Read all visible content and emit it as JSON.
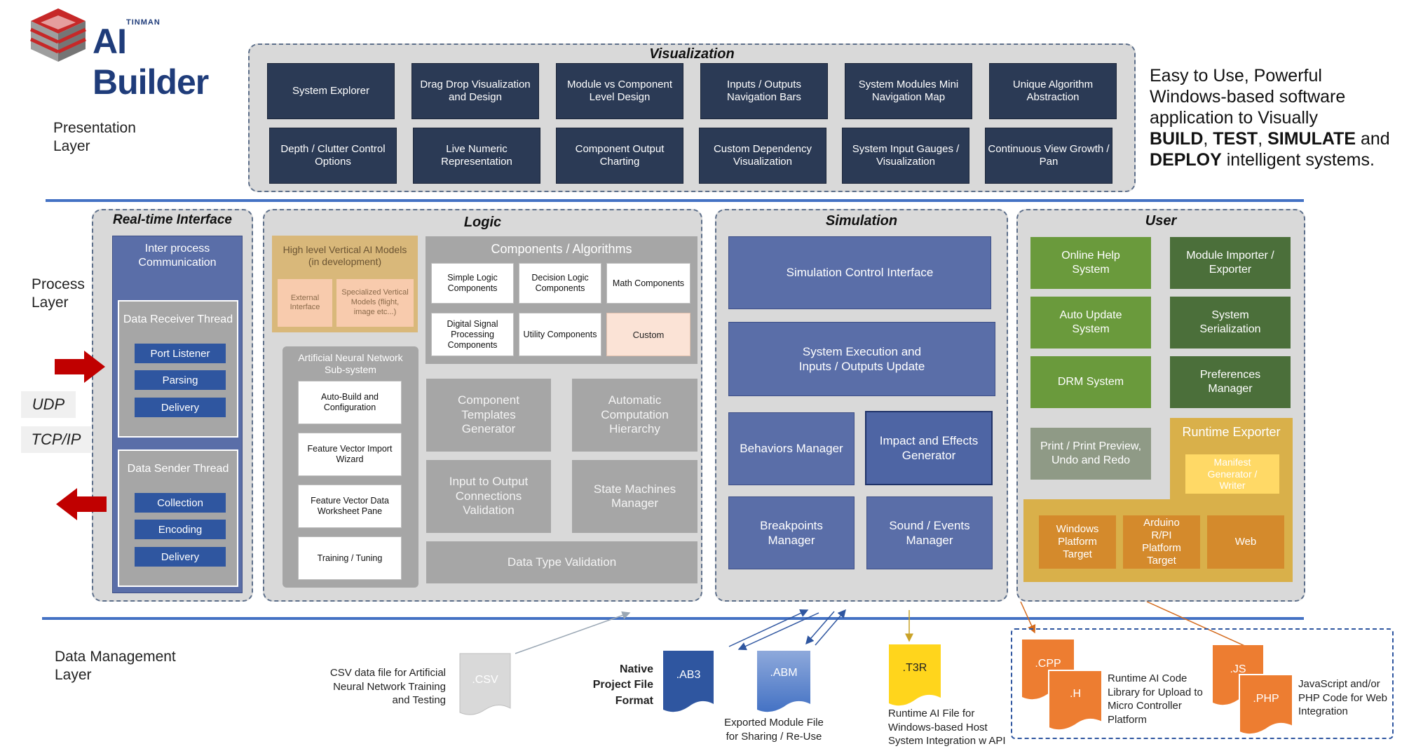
{
  "logo": {
    "brand_small": "TINMAN",
    "brand": "AI Builder"
  },
  "tagline": {
    "line1": "Easy to Use, Powerful",
    "line2": "Windows-based software",
    "line3": "application to Visually",
    "build": "BUILD",
    "comma1": ", ",
    "test": "TEST",
    "comma2": ", ",
    "simulate": "SIMULATE",
    "and": " and",
    "deploy": "DEPLOY",
    "end": " intelligent systems."
  },
  "layers": {
    "presentation": "Presentation Layer",
    "process": "Process Layer",
    "data": "Data Management Layer"
  },
  "visualization": {
    "title": "Visualization",
    "row1": [
      "System  Explorer",
      "Drag Drop Visualization and Design",
      "Module vs Component Level Design",
      "Inputs / Outputs Navigation Bars",
      "System Modules Mini Navigation Map",
      "Unique Algorithm Abstraction"
    ],
    "row2": [
      "Depth / Clutter Control Options",
      "Live Numeric Representation",
      "Component Output Charting",
      "Custom Dependency Visualization",
      "System Input Gauges / Visualization",
      "Continuous View Growth / Pan"
    ]
  },
  "realtime": {
    "title": "Real-time Interface",
    "ipc": "Inter process Communication",
    "receiver": {
      "title": "Data Receiver Thread",
      "items": [
        "Port Listener",
        "Parsing",
        "Delivery"
      ]
    },
    "sender": {
      "title": "Data Sender Thread",
      "items": [
        "Collection",
        "Encoding",
        "Delivery"
      ]
    },
    "udp": "UDP",
    "tcp": "TCP/IP"
  },
  "logic": {
    "title": "Logic",
    "hl_title": "High level Vertical AI Models (in development)",
    "hl_external": "External Interface",
    "hl_specialized": "Specialized Vertical Models (flight, image etc...)",
    "components_title": "Components / Algorithms",
    "components": [
      "Simple Logic Components",
      "Decision Logic Components",
      "Math Components",
      "Digital Signal Processing Components",
      "Utility Components",
      "Custom"
    ],
    "ann_title": "Artificial Neural Network Sub-system",
    "ann_items": [
      "Auto-Build and Configuration",
      "Feature Vector Import Wizard",
      "Feature Vector Data Worksheet Pane",
      "Training / Tuning"
    ],
    "grid": [
      "Component Templates Generator",
      "Automatic Computation Hierarchy",
      "Input to Output Connections Validation",
      "State Machines Manager"
    ],
    "dtv": "Data Type Validation"
  },
  "simulation": {
    "title": "Simulation",
    "control": "Simulation  Control Interface",
    "exec": "System Execution  and Inputs / Outputs Update",
    "behaviors": "Behaviors Manager",
    "impact": "Impact and Effects Generator",
    "breakpoints": "Breakpoints Manager",
    "sound": "Sound / Events Manager"
  },
  "user": {
    "title": "User",
    "online_help": "Online Help System",
    "module_importer": "Module Importer / Exporter",
    "auto_update": "Auto Update System",
    "serialization": "System Serialization",
    "drm": "DRM System",
    "preferences": "Preferences Manager",
    "print": "Print / Print Preview, Undo and Redo",
    "runtime_exporter": "Runtime Exporter",
    "manifest": "Manifest Generator / Writer",
    "targets": [
      "Windows Platform Target",
      "Arduino R/PI Platform Target",
      "Web"
    ]
  },
  "data_mgmt": {
    "csv_caption": "CSV data file for Artificial Neural Network Training and Testing",
    "csv": ".CSV",
    "native": "Native Project File Format",
    "ab3": ".AB3",
    "abm": ".ABM",
    "abm_caption": "Exported  Module File for Sharing / Re-Use",
    "t3r": ".T3R",
    "t3r_caption": "Runtime AI File for Windows-based Host System Integration w API",
    "cpp": ".CPP",
    "h": ".H",
    "cpp_caption": "Runtime AI Code Library for Upload to Micro Controller Platform",
    "js": ".JS",
    "php": ".PHP",
    "js_caption": "JavaScript and/or PHP Code for Web Integration"
  },
  "colors": {
    "navy": "#2b3a55",
    "slate_blue": "#5a6ea8",
    "bright_blue": "#2f56a0",
    "green": "#6a9a3c",
    "dark_green": "#4b6f3a",
    "orange": "#d48a2c",
    "gold": "#d9b04a",
    "red_arrow": "#c00000",
    "divider": "#4472c4"
  }
}
